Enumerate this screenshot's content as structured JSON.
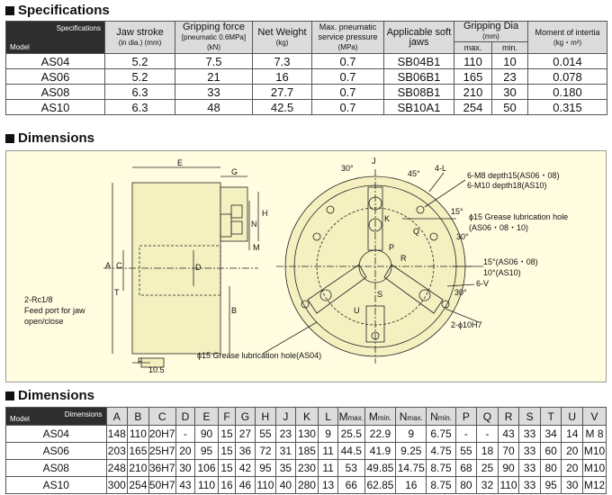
{
  "specs": {
    "title": "Specifications",
    "corner_top": "Specifications",
    "corner_bottom": "Model",
    "col_jaw": "Jaw stroke",
    "col_jaw_unit": "(in dia.) (mm)",
    "col_grip": "Gripping force",
    "col_grip_unit": "[pneumatic 0.6MPa]",
    "col_grip_unit2": "(kN)",
    "col_weight": "Net Weight",
    "col_weight_unit": "(kg)",
    "col_press": "Max. pneumatic service pressure",
    "col_press_unit": "(MPa)",
    "col_jaws": "Applicable soft jaws",
    "col_dia": "Gripping Dia",
    "col_dia_unit": "(mm)",
    "col_max": "max.",
    "col_min": "min.",
    "col_inertia": "Moment of intertia",
    "col_inertia_unit": "(kg・m²)",
    "rows": [
      {
        "model": "AS04",
        "jaw": "5.2",
        "grip": "7.5",
        "weight": "7.3",
        "press": "0.7",
        "jaws": "SB04B1",
        "max": "110",
        "min": "10",
        "inertia": "0.014"
      },
      {
        "model": "AS06",
        "jaw": "5.2",
        "grip": "21",
        "weight": "16",
        "press": "0.7",
        "jaws": "SB06B1",
        "max": "165",
        "min": "23",
        "inertia": "0.078"
      },
      {
        "model": "AS08",
        "jaw": "6.3",
        "grip": "33",
        "weight": "27.7",
        "press": "0.7",
        "jaws": "SB08B1",
        "max": "210",
        "min": "30",
        "inertia": "0.180"
      },
      {
        "model": "AS10",
        "jaw": "6.3",
        "grip": "48",
        "weight": "42.5",
        "press": "0.7",
        "jaws": "SB10A1",
        "max": "254",
        "min": "50",
        "inertia": "0.315"
      }
    ]
  },
  "drawing": {
    "title": "Dimensions",
    "E": "E",
    "G": "G",
    "H": "H",
    "N": "N",
    "M": "M",
    "A": "A",
    "C": "C",
    "D": "D",
    "B": "B",
    "T": "T",
    "F": "F",
    "dim_105": "10.5",
    "port1": "2-Rc1/8",
    "port2": "Feed port for jaw",
    "port3": "open/close",
    "ang30": "30°",
    "ang45": "45°",
    "J": "J",
    "L4": "4-L",
    "thread1": "6-M8 depth15(AS06・08)",
    "thread2": "6-M10 depth18(AS10)",
    "ang15": "15°",
    "grease1": "ϕ15 Grease lubrication hole",
    "grease1b": "(AS06・08・10)",
    "ang30b": "30°",
    "ang15b": "15°(AS06・08)",
    "ang10": "10°(AS10)",
    "V6": "6-V",
    "ang30c": "30°",
    "pin": "2-ϕ10H7",
    "grease2": "ϕ15 Grease lubrication hole(AS04)",
    "K": "K",
    "Q": "Q",
    "P": "P",
    "R": "R",
    "S": "S",
    "U": "U"
  },
  "dims": {
    "title": "Dimensions",
    "corner_top": "Dimensions",
    "corner_bottom": "Model",
    "headers": [
      "A",
      "B",
      "C",
      "D",
      "E",
      "F",
      "G",
      "H",
      "J",
      "K",
      "L",
      "M",
      "M",
      "N",
      "N",
      "P",
      "Q",
      "R",
      "S",
      "T",
      "U",
      "V"
    ],
    "header_subs": [
      "",
      "",
      "",
      "",
      "",
      "",
      "",
      "",
      "",
      "",
      "",
      "max.",
      "min.",
      "max.",
      "min.",
      "",
      "",
      "",
      "",
      "",
      "",
      ""
    ],
    "rows": [
      {
        "model": "AS04",
        "cells": [
          "148",
          "110",
          "20H7",
          "-",
          "90",
          "15",
          "27",
          "55",
          "23",
          "130",
          "9",
          "25.5",
          "22.9",
          "9",
          "6.75",
          "-",
          "-",
          "43",
          "33",
          "34",
          "14",
          "M 8"
        ]
      },
      {
        "model": "AS06",
        "cells": [
          "203",
          "165",
          "25H7",
          "20",
          "95",
          "15",
          "36",
          "72",
          "31",
          "185",
          "11",
          "44.5",
          "41.9",
          "9.25",
          "4.75",
          "55",
          "18",
          "70",
          "33",
          "60",
          "20",
          "M10"
        ]
      },
      {
        "model": "AS08",
        "cells": [
          "248",
          "210",
          "36H7",
          "30",
          "106",
          "15",
          "42",
          "95",
          "35",
          "230",
          "11",
          "53",
          "49.85",
          "14.75",
          "8.75",
          "68",
          "25",
          "90",
          "33",
          "80",
          "20",
          "M10"
        ]
      },
      {
        "model": "AS10",
        "cells": [
          "300",
          "254",
          "50H7",
          "43",
          "110",
          "16",
          "46",
          "110",
          "40",
          "280",
          "13",
          "66",
          "62.85",
          "16",
          "8.75",
          "80",
          "32",
          "110",
          "33",
          "95",
          "30",
          "M12"
        ]
      }
    ]
  }
}
